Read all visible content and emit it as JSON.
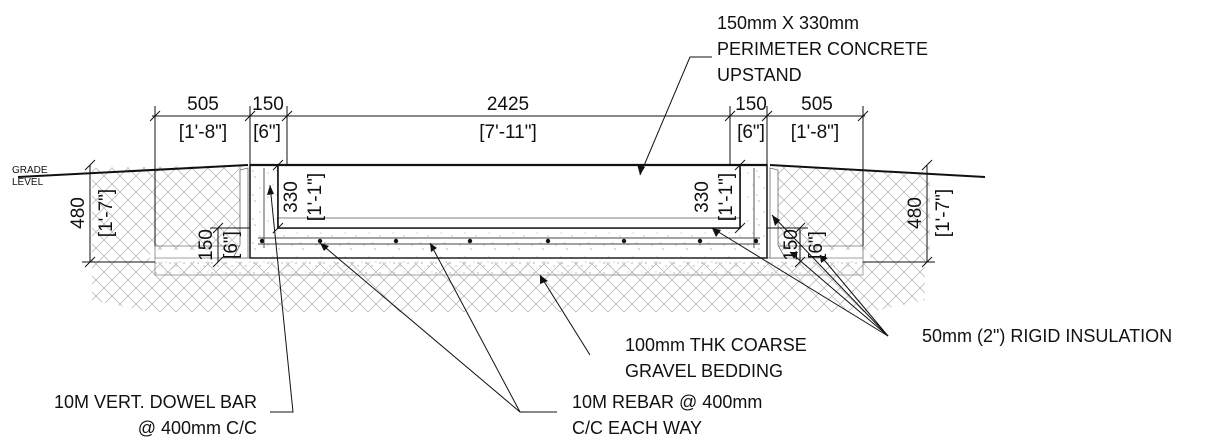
{
  "dimensions": {
    "left_clear": {
      "mm": "505",
      "imperial": "[1'-8\"]"
    },
    "left_wall": {
      "mm": "150",
      "imperial": "[6\"]"
    },
    "center_span": {
      "mm": "2425",
      "imperial": "[7'-11\"]"
    },
    "right_wall": {
      "mm": "150",
      "imperial": "[6\"]"
    },
    "right_clear": {
      "mm": "505",
      "imperial": "[1'-8\"]"
    },
    "depth_left": {
      "mm": "480",
      "imperial": "[1'-7\"]"
    },
    "depth_right": {
      "mm": "480",
      "imperial": "[1'-7\"]"
    },
    "upstand_left": {
      "mm": "330",
      "imperial": "[1'-1\"]"
    },
    "upstand_right": {
      "mm": "330",
      "imperial": "[1'-1\"]"
    },
    "slab_left": {
      "mm": "150",
      "imperial": "[6\"]"
    },
    "slab_right": {
      "mm": "150",
      "imperial": "[6\"]"
    }
  },
  "grade_label": [
    "GRADE",
    "LEVEL"
  ],
  "notes": {
    "upstand": [
      "150mm X 330mm",
      "PERIMETER CONCRETE",
      "UPSTAND"
    ],
    "insulation": [
      "50mm (2\") RIGID INSULATION"
    ],
    "gravel": [
      "100mm THK COARSE",
      "GRAVEL BEDDING"
    ],
    "dowel": [
      "10M VERT. DOWEL BAR",
      "@ 400mm C/C"
    ],
    "rebar": [
      "10M REBAR @ 400mm",
      "C/C EACH WAY"
    ]
  }
}
